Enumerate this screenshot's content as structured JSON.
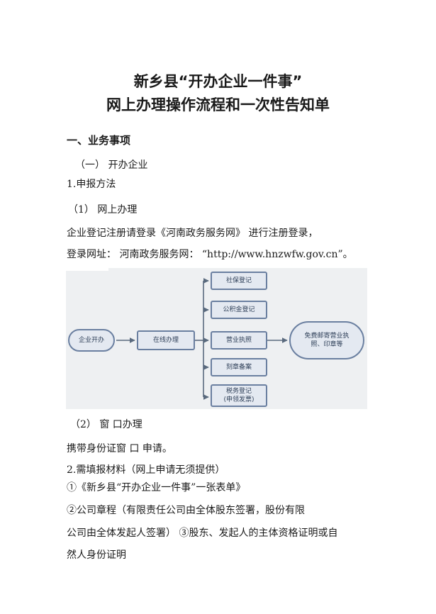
{
  "title": {
    "line1": "新乡县“开办企业一件事”",
    "line2": "网上办理操作流程和一次性告知单"
  },
  "section1": {
    "heading": "一、业务事项",
    "sub1": "（一）  开办企业",
    "item1": "1.申报方法",
    "item1_1": "（1）  网上办理",
    "para1": "企业登记注册请登录《河南政务服务网》 进行注册登录，",
    "para2": "登录网址：  河南政务服务网：  “http://www.hnzwfw.gov.cn”。"
  },
  "flowchart": {
    "start": "企业开办",
    "middle": "在线办理",
    "branches": [
      "社保登记",
      "公积金登记",
      "营业执照",
      "刻章备案",
      "税务登记\n(申领发票)"
    ],
    "end": "免费邮寄营业执\n照、印章等"
  },
  "section2": {
    "item1_2": "（2）  窗 口办理",
    "para3": "携带身份证窗 口 申请。",
    "item2": "2.需填报材料（网上申请无须提供）",
    "mat1": "①《新乡县“开办企业一件事”一张表单》",
    "mat2a": "②公司章程（有限责任公司由全体股东签署，股份有限",
    "mat2b": "公司由全体发起人签署）  ③股东、发起人的主体资格证明或自",
    "mat2c": "然人身份证明"
  },
  "colors": {
    "node_border": "#6a7fa0",
    "node_fill": "#e4e9f1",
    "node_text": "#2d3e57",
    "arrow": "#5a6a7e",
    "chart_bg": "#eef0f2"
  }
}
